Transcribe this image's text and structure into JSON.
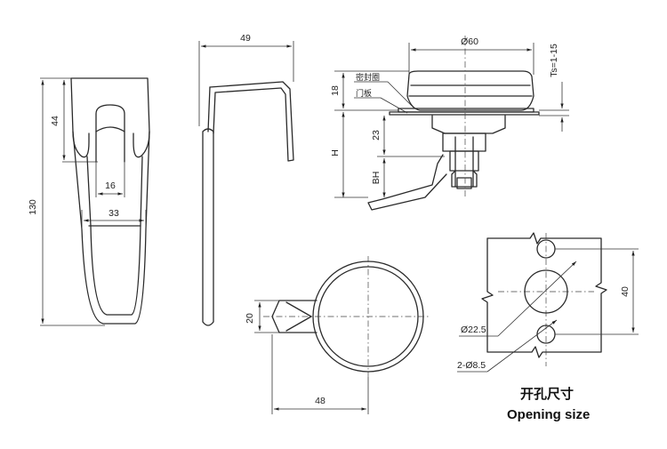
{
  "views": {
    "front": {
      "overall_height": "130",
      "slot_height": "44",
      "slot_width": "16",
      "outer_width": "33"
    },
    "side": {
      "width": "49"
    },
    "section": {
      "diameter": "Ø60",
      "height_top": "18",
      "thickness": "Ts=1-15",
      "label_seal": "密封圈",
      "label_door": "门板",
      "h_label": "H",
      "mid": "23",
      "bh_label": "BH"
    },
    "top": {
      "handle_width": "20",
      "length": "48"
    },
    "opening": {
      "height": "40",
      "big_hole": "Ø22.5",
      "small_holes": "2-Ø8.5",
      "title_cn": "开孔尺寸",
      "title_en": "Opening size"
    }
  }
}
